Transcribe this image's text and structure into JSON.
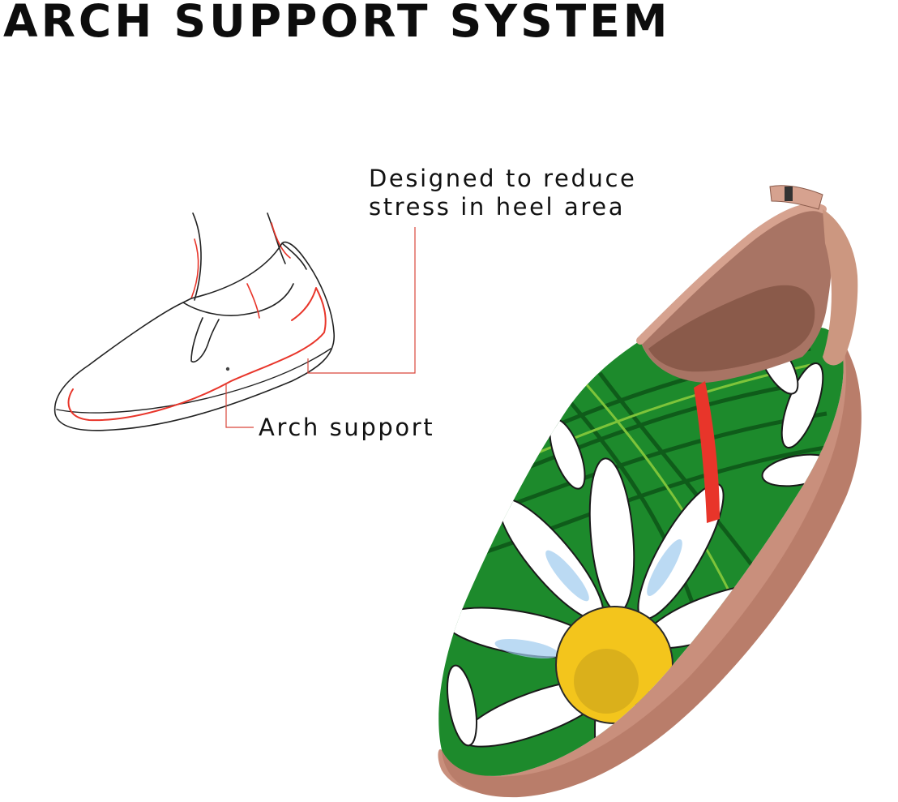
{
  "title": "ARCH SUPPORT SYSTEM",
  "callouts": {
    "heel_line1": "Designed to reduce",
    "heel_line2": "stress in heel area",
    "arch": "Arch support"
  },
  "colors": {
    "accent_red": "#e8352a",
    "sole": "#c98f7c",
    "upper_green": "#1d8a2c",
    "daisy_yellow": "#f3c51c"
  }
}
